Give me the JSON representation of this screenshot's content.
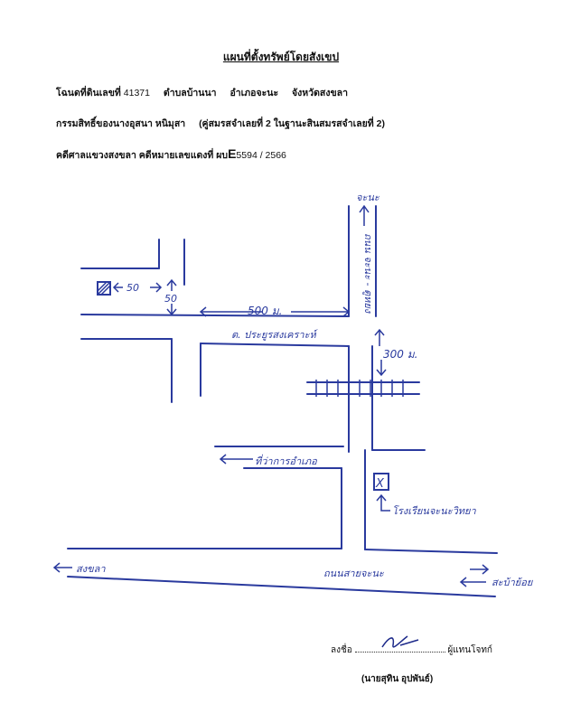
{
  "title": "แผนที่ตั้งทรัพย์โดยสังเขป",
  "deed": {
    "label": "โฉนดที่ดินเลขที่",
    "number": "41371",
    "subdistrict": "ตำบลบ้านนา",
    "district": "อำเภอจะนะ",
    "province": "จังหวัดสงขลา"
  },
  "ownership": {
    "text": "กรรมสิทธิ์ของนางอุสนา หนิมุสา",
    "note": "(คู่สมรสจำเลยที่ 2 ในฐานะสินสมรสจำเลยที่ 2)"
  },
  "case": {
    "text": "คดีศาลแขวงสงขลา คดีหมายเลขแดงที่ ผบ",
    "code_letter": "E",
    "code_number": "5594 / 2566"
  },
  "map": {
    "label_jana_top": "จะนะ",
    "label_road_vertical": "ถนน จะนะ - ตูหยง",
    "label_500": "500 ม.",
    "label_50_horizontal": "50",
    "label_50_vertical": "50",
    "label_soi": "ต. ประยูรสงเคราะห์",
    "label_300": "300 ม.",
    "label_district_office": "ที่ว่าการอำเภอ",
    "label_mark": "X",
    "label_school": "โรงเรียนจะนะวิทยา",
    "label_left_bottom": "สงขลา",
    "label_main_road": "ถนนสายจะนะ",
    "label_right_bottom": "สะบ้าย้อย",
    "color_ink": "#2a3a9e"
  },
  "signature": {
    "label": "ลงชื่อ",
    "role": "ผู้แทนโจทก์",
    "name": "(นายสุทิน อุปพันธ์)"
  }
}
